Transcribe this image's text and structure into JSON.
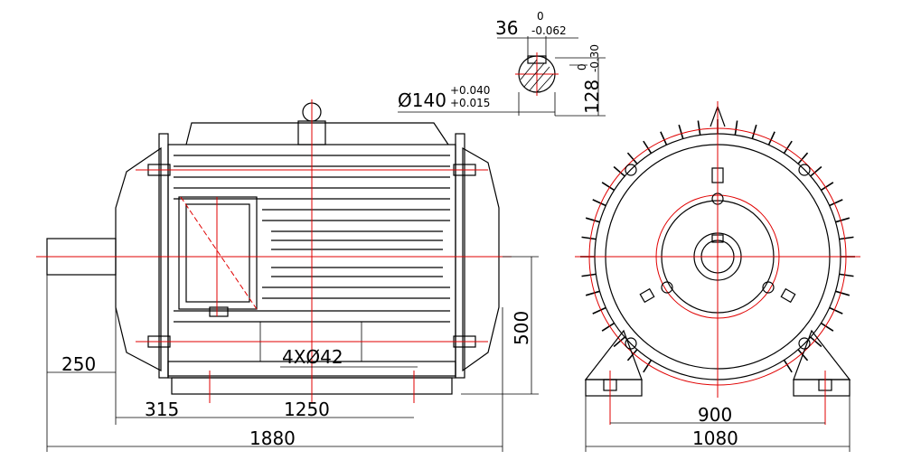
{
  "dimensions": {
    "shaft_key_width": "36",
    "shaft_key_tol_upper": "0",
    "shaft_key_tol_lower": "-0.062",
    "shaft_height": "128",
    "shaft_height_tol_upper": "0",
    "shaft_height_tol_lower": "-0.30",
    "shaft_diameter": "Ø140",
    "shaft_diameter_tol_upper": "+0.040",
    "shaft_diameter_tol_lower": "+0.015",
    "shaft_extension": "250",
    "foot_to_shaft_end": "315",
    "foot_hole_spacing_side": "1250",
    "overall_length": "1880",
    "center_height": "500",
    "mount_holes": "4XØ42",
    "foot_hole_spacing_front": "900",
    "overall_width": "1080"
  },
  "colors": {
    "centerline": "#e00000",
    "outline": "#000000",
    "bolt": "#00a000"
  }
}
